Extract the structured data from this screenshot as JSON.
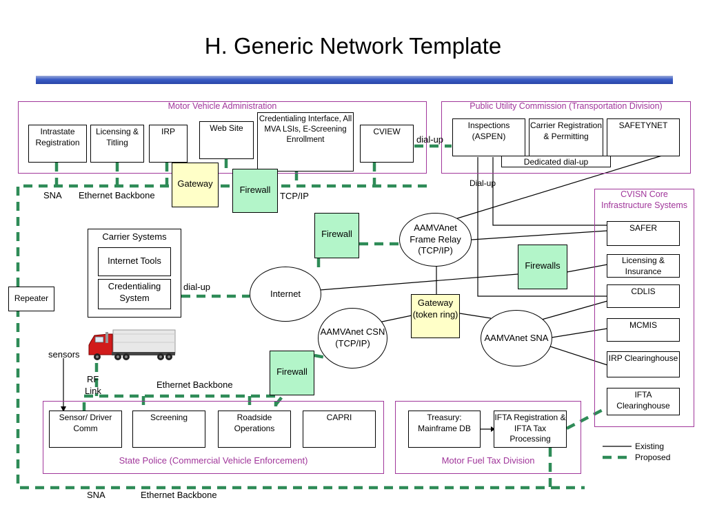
{
  "title": "H.  Generic Network Template",
  "groups": {
    "mva": "Motor Vehicle Administration",
    "puc": "Public Utility Commission (Transportation Division)",
    "cvisn": "CVISN Core Infrastructure Systems",
    "police": "State Police (Commercial Vehicle Enforcement)",
    "mftd": "Motor Fuel Tax Division"
  },
  "boxes": {
    "intrastate": "Intrastate Registration",
    "licensing": "Licensing & Titling",
    "irp": "IRP",
    "website": "Web Site",
    "cred_iface": "Credentialing Interface, All MVA LSIs, E-Screening Enrollment",
    "cview": "CVIEW",
    "inspections": "Inspections (ASPEN)",
    "carrier_reg": "Carrier Registration & Permitting",
    "safetynet": "SAFETYNET",
    "dedicated": "Dedicated dial-up",
    "gateway1": "Gateway",
    "firewall1": "Firewall",
    "firewall2": "Firewall",
    "firewalls": "Firewalls",
    "firewall3": "Firewall",
    "gateway2": "Gateway (token ring)",
    "carrier_systems": "Carrier Systems",
    "internet_tools": "Internet Tools",
    "cred_system": "Credentialing System",
    "repeater": "Repeater",
    "safer": "SAFER",
    "lic_ins": "Licensing & Insurance",
    "cdlis": "CDLIS",
    "mcmis": "MCMIS",
    "irp_ch": "IRP Clearinghouse",
    "ifta_ch": "IFTA Clearinghouse",
    "sensor": "Sensor/ Driver Comm",
    "screening": "Screening",
    "roadside": "Roadside Operations",
    "capri": "CAPRI",
    "treasury": "Treasury: Mainframe DB",
    "ifta_reg": "IFTA Registration & IFTA Tax Processing"
  },
  "ellipses": {
    "frame_relay": "AAMVAnet Frame Relay (TCP/IP)",
    "internet": "Internet",
    "csn": "AAMVAnet CSN (TCP/IP)",
    "sna": "AAMVAnet SNA"
  },
  "labels": {
    "dialup_top": "dial-up",
    "dialup_puc": "Dial-up",
    "sna_top": "SNA",
    "eth_top": "Ethernet Backbone",
    "tcpip": "TCP/IP",
    "dialup_carrier": "dial-up",
    "sensors": "sensors",
    "rf": "RF",
    "link": "Link",
    "eth_mid": "Ethernet Backbone",
    "sna_bottom": "SNA",
    "eth_bottom": "Ethernet Backbone"
  },
  "legend": {
    "existing": "Existing",
    "proposed": "Proposed"
  },
  "colors": {
    "group_border": "#a0359a",
    "proposed_line": "#2e8b57",
    "firewall_fill": "#b3f5c9",
    "gateway_fill": "#ffffc8",
    "title_bar": "#3a5cc6"
  }
}
